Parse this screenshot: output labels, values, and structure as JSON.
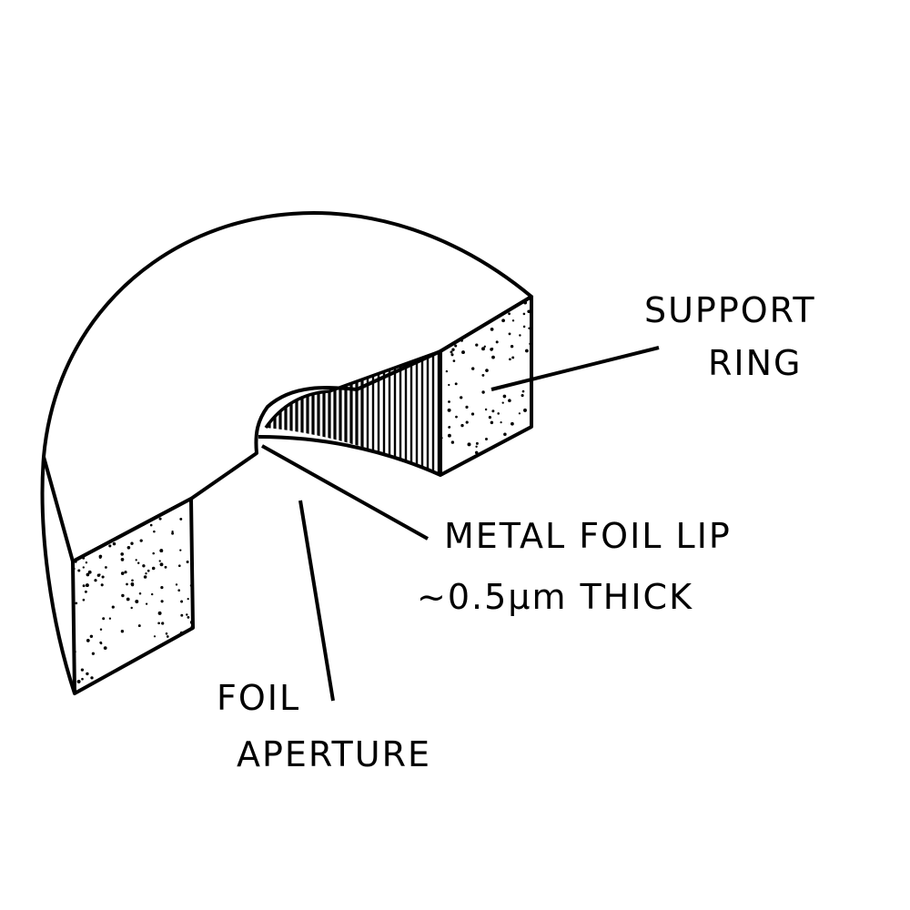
{
  "labels": {
    "support_ring": [
      "SUPPORT",
      "RING"
    ],
    "metal_foil_lip": [
      "METAL FOIL LIP",
      "~0.5µm THICK"
    ],
    "foil_aperture": [
      "FOIL",
      "APERTURE"
    ]
  },
  "colors": {
    "ink": "#000000",
    "paper": "#ffffff"
  }
}
